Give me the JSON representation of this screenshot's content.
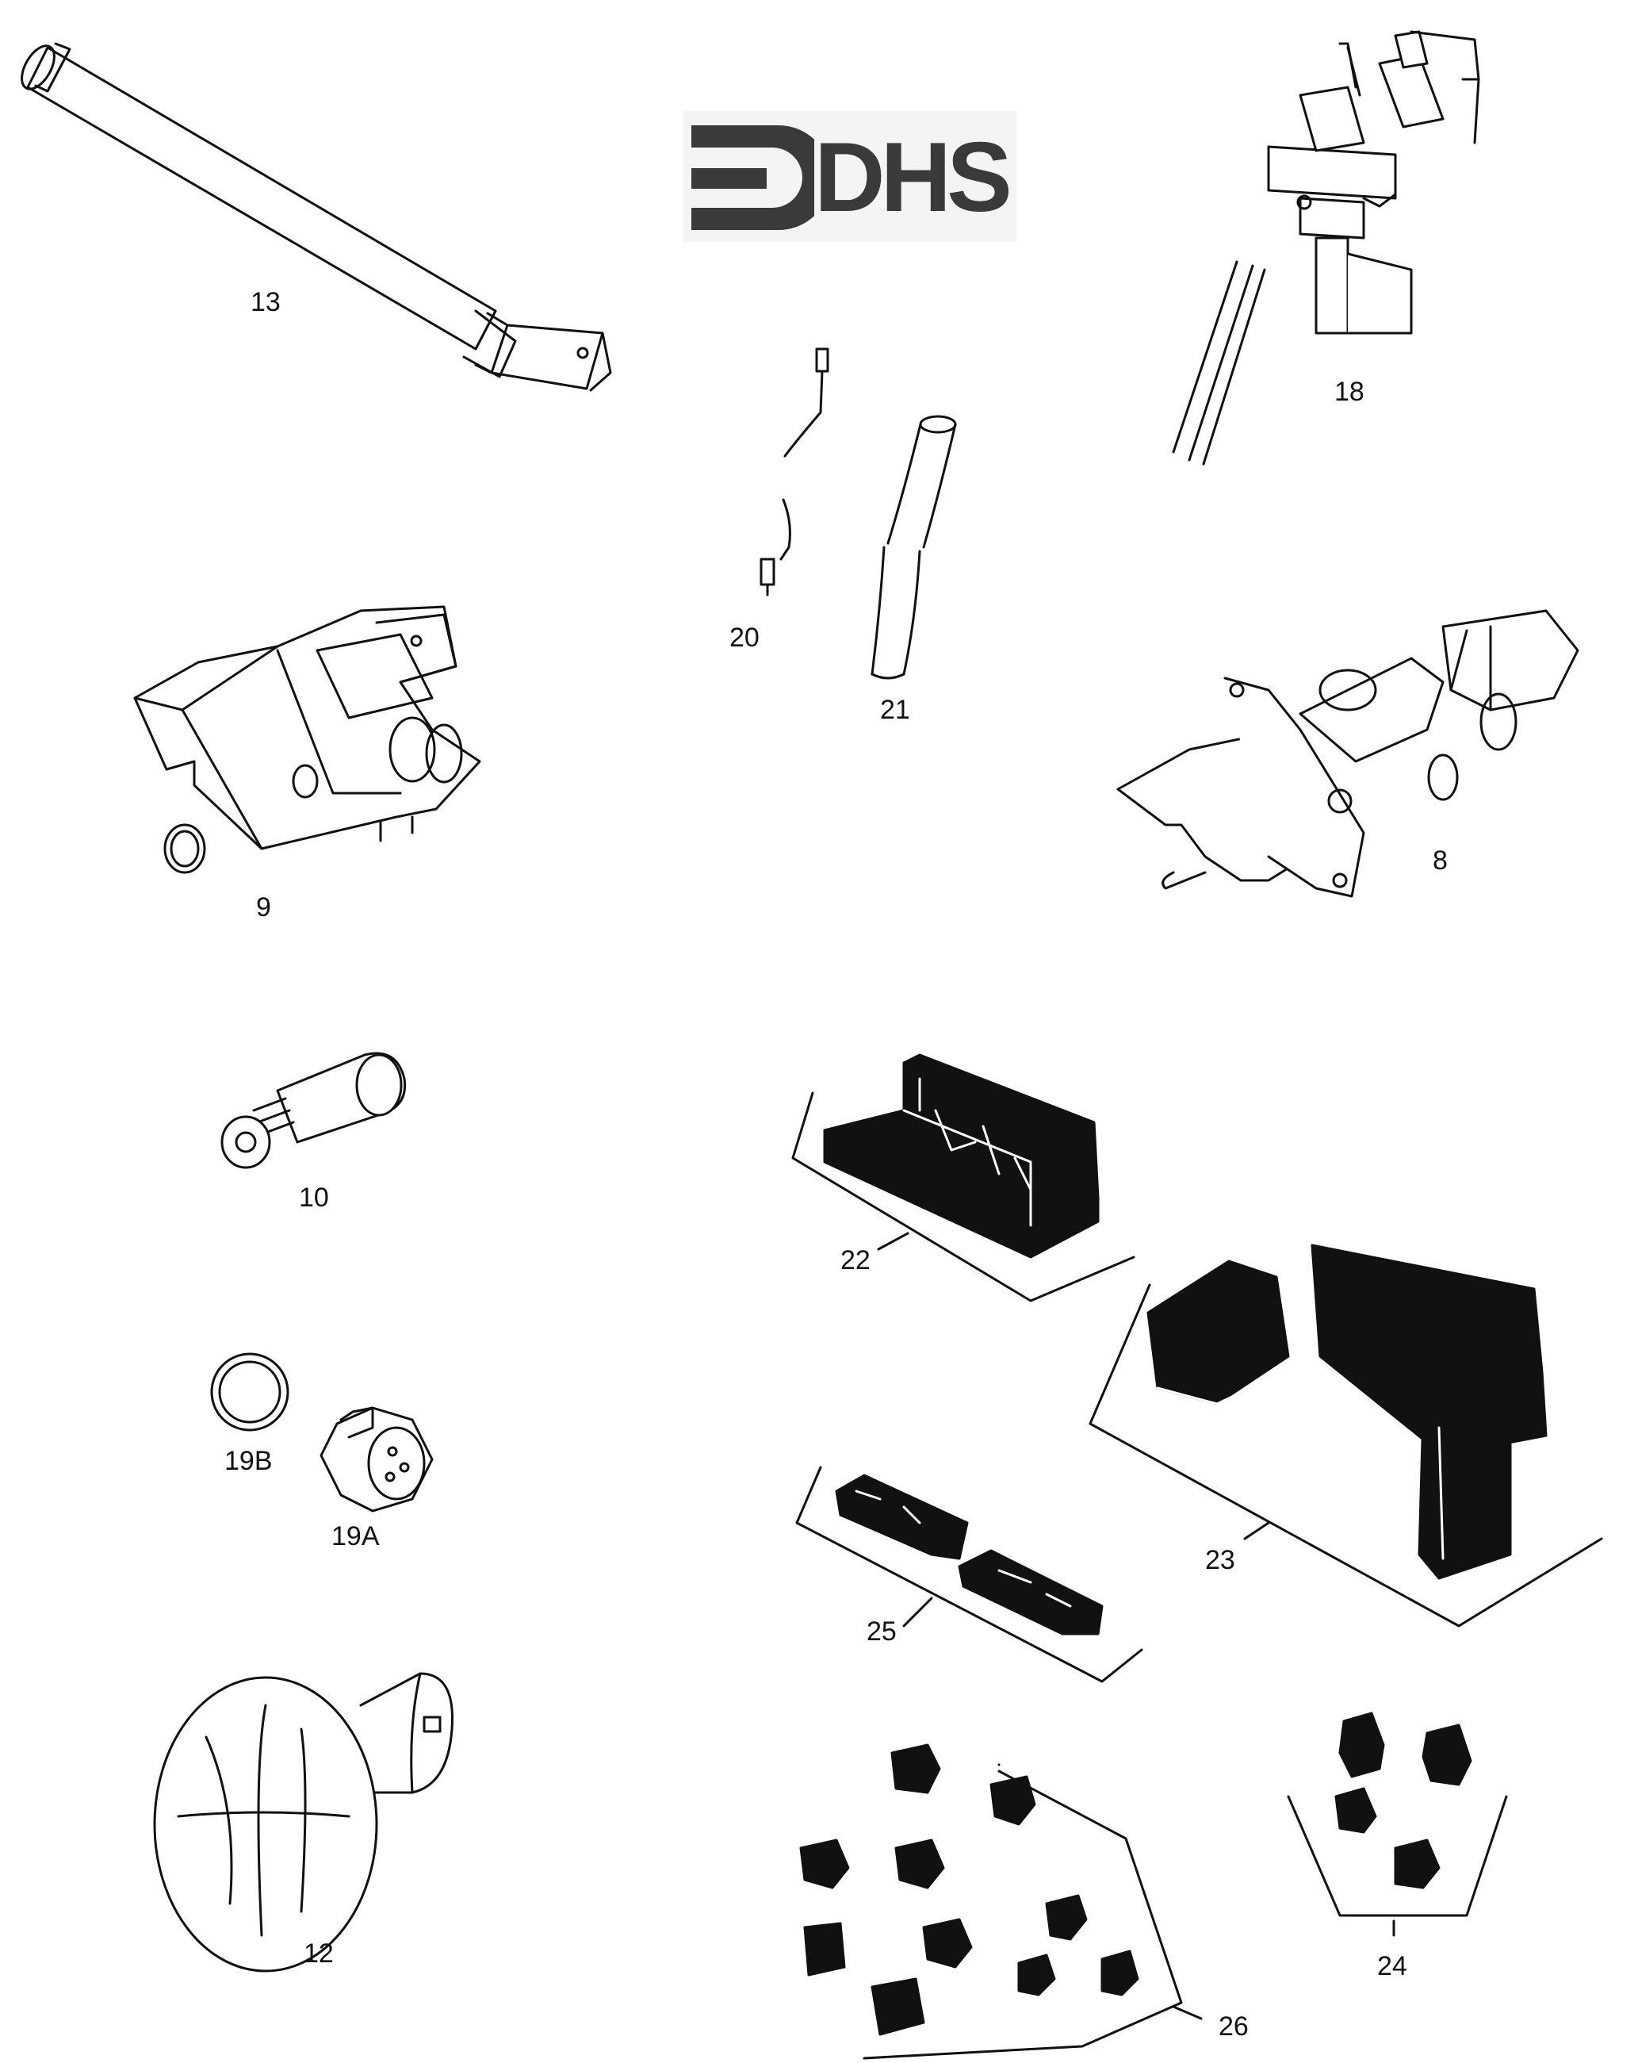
{
  "logo": {
    "text": "DHS"
  },
  "parts": [
    {
      "key": "p13",
      "label": "13"
    },
    {
      "key": "p18",
      "label": "18"
    },
    {
      "key": "p20",
      "label": "20"
    },
    {
      "key": "p21",
      "label": "21"
    },
    {
      "key": "p9",
      "label": "9"
    },
    {
      "key": "p8",
      "label": "8"
    },
    {
      "key": "p10",
      "label": "10"
    },
    {
      "key": "p19B",
      "label": "19B"
    },
    {
      "key": "p19A",
      "label": "19A"
    },
    {
      "key": "p12",
      "label": "12"
    },
    {
      "key": "p22",
      "label": "22"
    },
    {
      "key": "p23",
      "label": "23"
    },
    {
      "key": "p25",
      "label": "25"
    },
    {
      "key": "p24",
      "label": "24"
    },
    {
      "key": "p26",
      "label": "26"
    }
  ]
}
